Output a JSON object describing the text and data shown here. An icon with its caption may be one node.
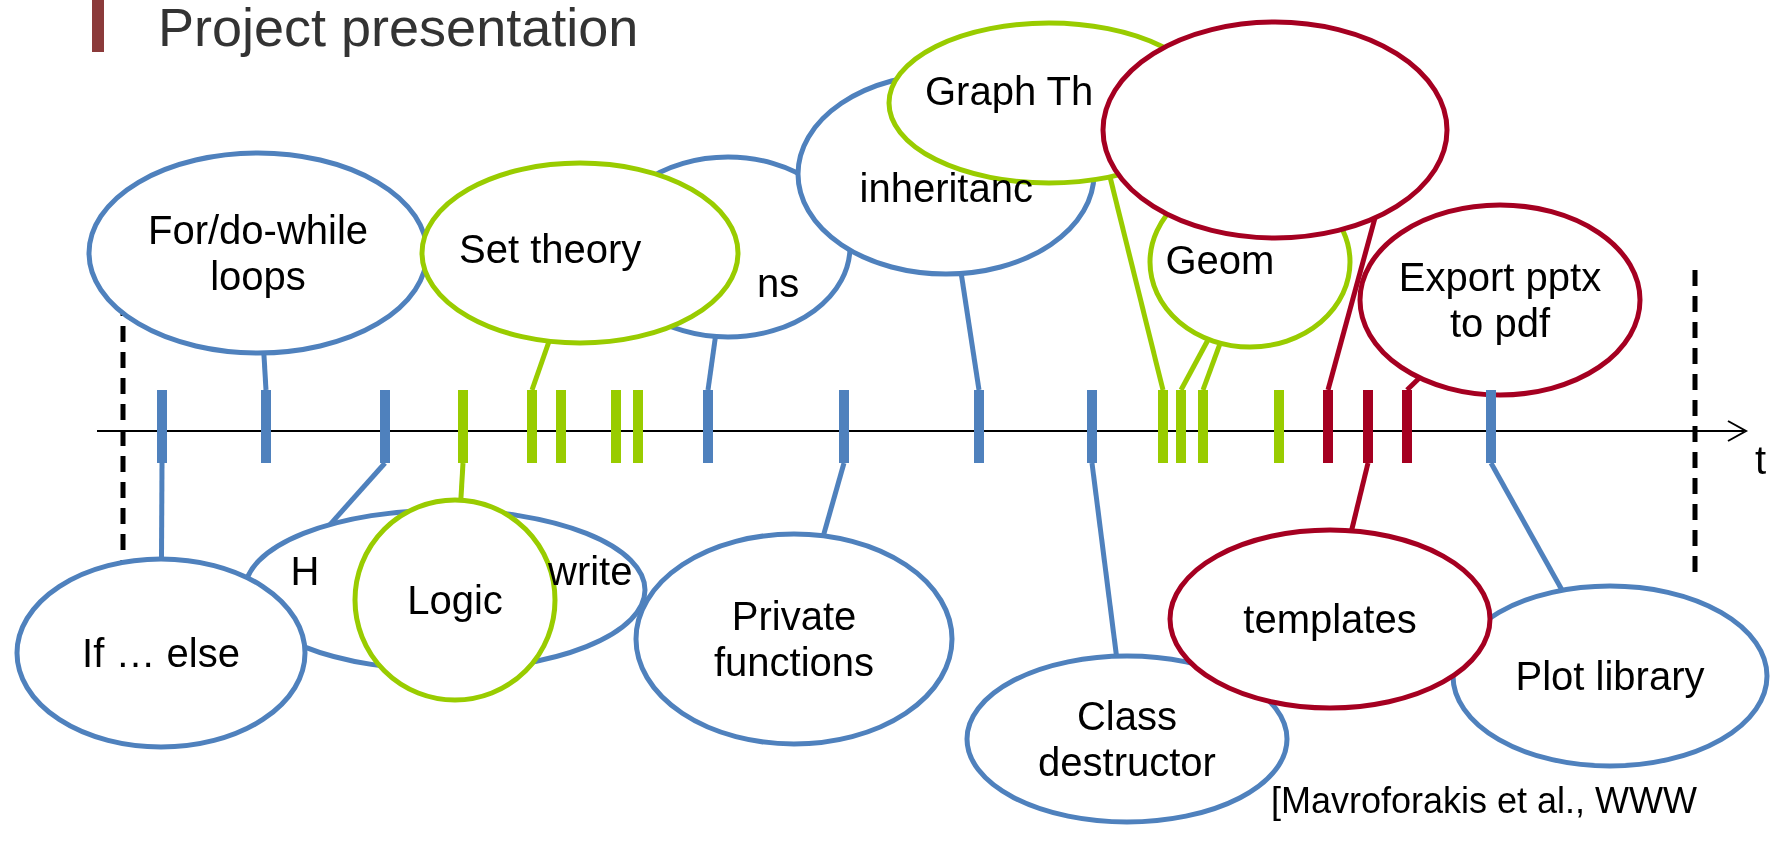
{
  "diagram": {
    "title": "Project presentation",
    "nodes": [
      {
        "text": [
          "For/do-while loops"
        ]
      },
      {
        "text": [
          "ns"
        ]
      },
      {
        "text": [
          "Set theory"
        ]
      },
      {
        "text": [
          "inheritanc"
        ]
      },
      {
        "text": [
          "Graph Th"
        ]
      },
      {
        "text": [],
        "shape": "ellipse"
      },
      {
        "text": [
          "Geom"
        ]
      },
      {
        "text": [
          "Export pptx to pdf"
        ]
      },
      {
        "text": [
          "If … else"
        ]
      },
      {
        "text": [
          "H",
          "write"
        ]
      },
      {
        "text": [
          "Logic"
        ]
      },
      {
        "text": [
          "Private functions"
        ]
      },
      {
        "text": [
          "Class destructor"
        ]
      },
      {
        "text": [
          "templates"
        ]
      },
      {
        "text": [
          "Plot library"
        ]
      },
      {
        "text": [],
        "shape": "bar"
      },
      {
        "text": [],
        "shape": "bar"
      },
      {
        "text": [],
        "shape": "bar"
      },
      {
        "text": [],
        "shape": "bar"
      },
      {
        "text": [],
        "shape": "bar"
      },
      {
        "text": [],
        "shape": "bar"
      },
      {
        "text": [],
        "shape": "bar"
      },
      {
        "text": [],
        "shape": "bar"
      },
      {
        "text": [],
        "shape": "bar"
      },
      {
        "text": [],
        "shape": "bar"
      },
      {
        "text": [],
        "shape": "bar"
      },
      {
        "text": [],
        "shape": "bar"
      },
      {
        "text": [],
        "shape": "bar"
      },
      {
        "text": [],
        "shape": "bar"
      },
      {
        "text": [],
        "shape": "bar"
      },
      {
        "text": [],
        "shape": "bar"
      },
      {
        "text": [],
        "shape": "bar"
      },
      {
        "text": [],
        "shape": "bar"
      },
      {
        "text": [],
        "shape": "bar"
      },
      {
        "text": [],
        "shape": "bar"
      }
    ],
    "edges": [
      {
        "from": 0,
        "to": 16,
        "arrow": "none"
      },
      {
        "from": 1,
        "to": 23,
        "arrow": "none"
      },
      {
        "from": 2,
        "to": 19,
        "arrow": "none",
        "color": "#99cc00"
      },
      {
        "from": 3,
        "to": 25,
        "arrow": "none"
      },
      {
        "from": 4,
        "to": 27,
        "arrow": "none",
        "color": "#99cc00"
      },
      {
        "from": 5,
        "to": 31,
        "arrow": "none",
        "color": "#a50021"
      },
      {
        "from": 6,
        "to": 28,
        "arrow": "none",
        "color": "#99cc00"
      },
      {
        "from": 6,
        "to": 29,
        "arrow": "none",
        "color": "#99cc00"
      },
      {
        "from": 7,
        "to": 33,
        "arrow": "none",
        "color": "#a50021"
      },
      {
        "from": 8,
        "to": 15,
        "arrow": "none"
      },
      {
        "from": 9,
        "to": 17,
        "arrow": "none"
      },
      {
        "from": 10,
        "to": 18,
        "arrow": "none",
        "color": "#99cc00"
      },
      {
        "from": 11,
        "to": 24,
        "arrow": "none"
      },
      {
        "from": 12,
        "to": 26,
        "arrow": "none"
      },
      {
        "from": 13,
        "to": 32,
        "arrow": "none",
        "color": "#a50021"
      },
      {
        "from": 14,
        "to": 34,
        "arrow": "none"
      }
    ],
    "labels": [
      "t",
      "[Mavroforakis et al., WWW"
    ]
  }
}
